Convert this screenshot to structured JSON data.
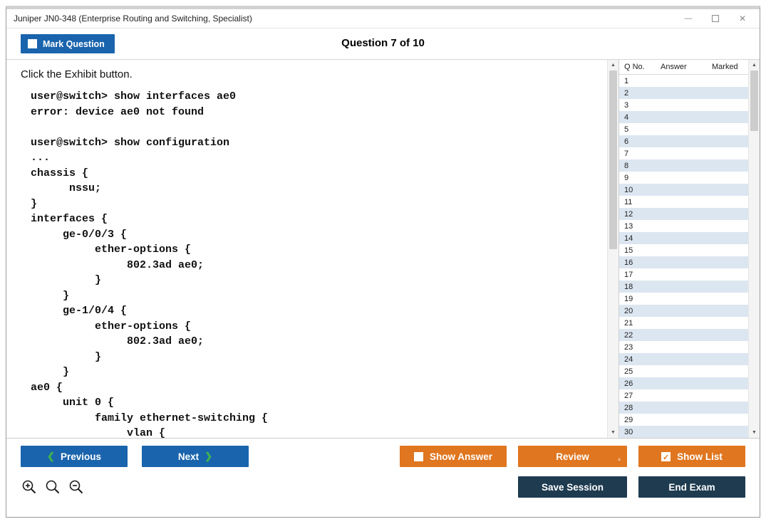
{
  "window": {
    "title": "Juniper JN0-348 (Enterprise Routing and Switching, Specialist)"
  },
  "header": {
    "mark_question": "Mark Question",
    "question_counter": "Question 7 of 10"
  },
  "question": {
    "instruction": "Click the Exhibit button.",
    "cli_output": "user@switch> show interfaces ae0\nerror: device ae0 not found\n\nuser@switch> show configuration\n...\nchassis {\n      nssu;\n}\ninterfaces {\n     ge-0/0/3 {\n          ether-options {\n               802.3ad ae0;\n          }\n     }\n     ge-1/0/4 {\n          ether-options {\n               802.3ad ae0;\n          }\n     }\nae0 {\n     unit 0 {\n          family ethernet-switching {\n               vlan {"
  },
  "question_list": {
    "columns": [
      "Q No.",
      "Answer",
      "Marked"
    ],
    "rows": [
      {
        "no": "1",
        "answer": "",
        "marked": ""
      },
      {
        "no": "2",
        "answer": "",
        "marked": ""
      },
      {
        "no": "3",
        "answer": "",
        "marked": ""
      },
      {
        "no": "4",
        "answer": "",
        "marked": ""
      },
      {
        "no": "5",
        "answer": "",
        "marked": ""
      },
      {
        "no": "6",
        "answer": "",
        "marked": ""
      },
      {
        "no": "7",
        "answer": "",
        "marked": ""
      },
      {
        "no": "8",
        "answer": "",
        "marked": ""
      },
      {
        "no": "9",
        "answer": "",
        "marked": ""
      },
      {
        "no": "10",
        "answer": "",
        "marked": ""
      },
      {
        "no": "11",
        "answer": "",
        "marked": ""
      },
      {
        "no": "12",
        "answer": "",
        "marked": ""
      },
      {
        "no": "13",
        "answer": "",
        "marked": ""
      },
      {
        "no": "14",
        "answer": "",
        "marked": ""
      },
      {
        "no": "15",
        "answer": "",
        "marked": ""
      },
      {
        "no": "16",
        "answer": "",
        "marked": ""
      },
      {
        "no": "17",
        "answer": "",
        "marked": ""
      },
      {
        "no": "18",
        "answer": "",
        "marked": ""
      },
      {
        "no": "19",
        "answer": "",
        "marked": ""
      },
      {
        "no": "20",
        "answer": "",
        "marked": ""
      },
      {
        "no": "21",
        "answer": "",
        "marked": ""
      },
      {
        "no": "22",
        "answer": "",
        "marked": ""
      },
      {
        "no": "23",
        "answer": "",
        "marked": ""
      },
      {
        "no": "24",
        "answer": "",
        "marked": ""
      },
      {
        "no": "25",
        "answer": "",
        "marked": ""
      },
      {
        "no": "26",
        "answer": "",
        "marked": ""
      },
      {
        "no": "27",
        "answer": "",
        "marked": ""
      },
      {
        "no": "28",
        "answer": "",
        "marked": ""
      },
      {
        "no": "29",
        "answer": "",
        "marked": ""
      },
      {
        "no": "30",
        "answer": "",
        "marked": ""
      }
    ]
  },
  "footer": {
    "previous": "Previous",
    "next": "Next",
    "show_answer": "Show Answer",
    "review": "Review",
    "show_list": "Show List",
    "save_session": "Save Session",
    "end_exam": "End Exam"
  },
  "icons": {
    "minimize": "—",
    "maximize": "window-outline",
    "close": "✕",
    "scroll_up": "▲",
    "scroll_down": "▼",
    "chevron_left": "❮",
    "chevron_right": "❯",
    "check": "✓",
    "review_dropdown": "▲",
    "zoom_in": "magnifier-plus",
    "zoom_reset": "magnifier",
    "zoom_out": "magnifier-minus"
  },
  "colors": {
    "accent_blue": "#1a64ad",
    "accent_orange": "#e0761f",
    "dark_navy": "#1e3b50",
    "row_alt": "#dce6f1",
    "chevron_green": "#3fb54a"
  }
}
